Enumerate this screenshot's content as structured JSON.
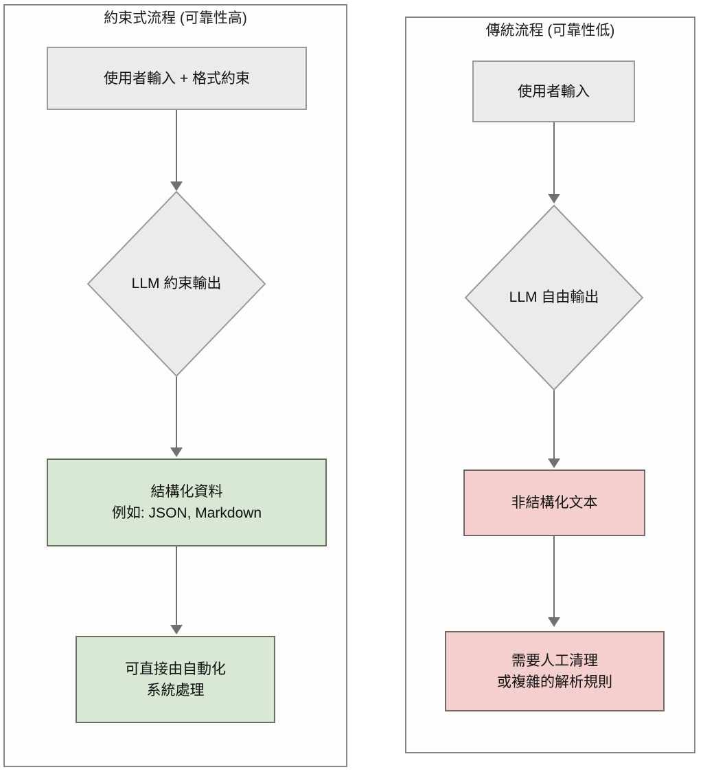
{
  "diagram": {
    "type": "flowchart-comparison",
    "background_color": "#ffffff"
  },
  "panels": [
    {
      "id": "constrained",
      "title": "約束式流程 (可靠性高)",
      "nodes": [
        {
          "id": "l-node-1",
          "shape": "rectangle",
          "style": "gray",
          "fill": "#ebebeb",
          "line1": "使用者輸入 + 格式約束",
          "line2": ""
        },
        {
          "id": "l-node-2",
          "shape": "diamond",
          "style": "gray",
          "fill": "#ebebeb",
          "line1": "LLM 約束輸出",
          "line2": ""
        },
        {
          "id": "l-node-3",
          "shape": "rectangle",
          "style": "green",
          "fill": "#d8e8d4",
          "line1": "結構化資料",
          "line2": "例如: JSON, Markdown"
        },
        {
          "id": "l-node-4",
          "shape": "rectangle",
          "style": "green",
          "fill": "#d8e8d4",
          "line1": "可直接由自動化",
          "line2": "系統處理"
        }
      ],
      "edges": [
        {
          "from": "l-node-1",
          "to": "l-node-2",
          "arrow": "down"
        },
        {
          "from": "l-node-2",
          "to": "l-node-3",
          "arrow": "down"
        },
        {
          "from": "l-node-3",
          "to": "l-node-4",
          "arrow": "down"
        }
      ]
    },
    {
      "id": "traditional",
      "title": "傳統流程 (可靠性低)",
      "nodes": [
        {
          "id": "r-node-1",
          "shape": "rectangle",
          "style": "gray",
          "fill": "#ebebeb",
          "line1": "使用者輸入",
          "line2": ""
        },
        {
          "id": "r-node-2",
          "shape": "diamond",
          "style": "gray",
          "fill": "#ebebeb",
          "line1": "LLM 自由輸出",
          "line2": ""
        },
        {
          "id": "r-node-3",
          "shape": "rectangle",
          "style": "pink",
          "fill": "#f5cfcd",
          "line1": "非結構化文本",
          "line2": ""
        },
        {
          "id": "r-node-4",
          "shape": "rectangle",
          "style": "pink",
          "fill": "#f5cfcd",
          "line1": "需要人工清理",
          "line2": "或複雜的解析規則"
        }
      ],
      "edges": [
        {
          "from": "r-node-1",
          "to": "r-node-2",
          "arrow": "down"
        },
        {
          "from": "r-node-2",
          "to": "r-node-3",
          "arrow": "down"
        },
        {
          "from": "r-node-3",
          "to": "r-node-4",
          "arrow": "down"
        }
      ]
    }
  ],
  "colors": {
    "panel_border": "#888888",
    "node_gray_fill": "#ebebeb",
    "node_gray_border": "#9a9a9a",
    "node_green_fill": "#d8e8d4",
    "node_green_border": "#66705f",
    "node_pink_fill": "#f5cfcd",
    "node_pink_border": "#6e6a6a",
    "connector": "#707070",
    "text": "#101010"
  }
}
